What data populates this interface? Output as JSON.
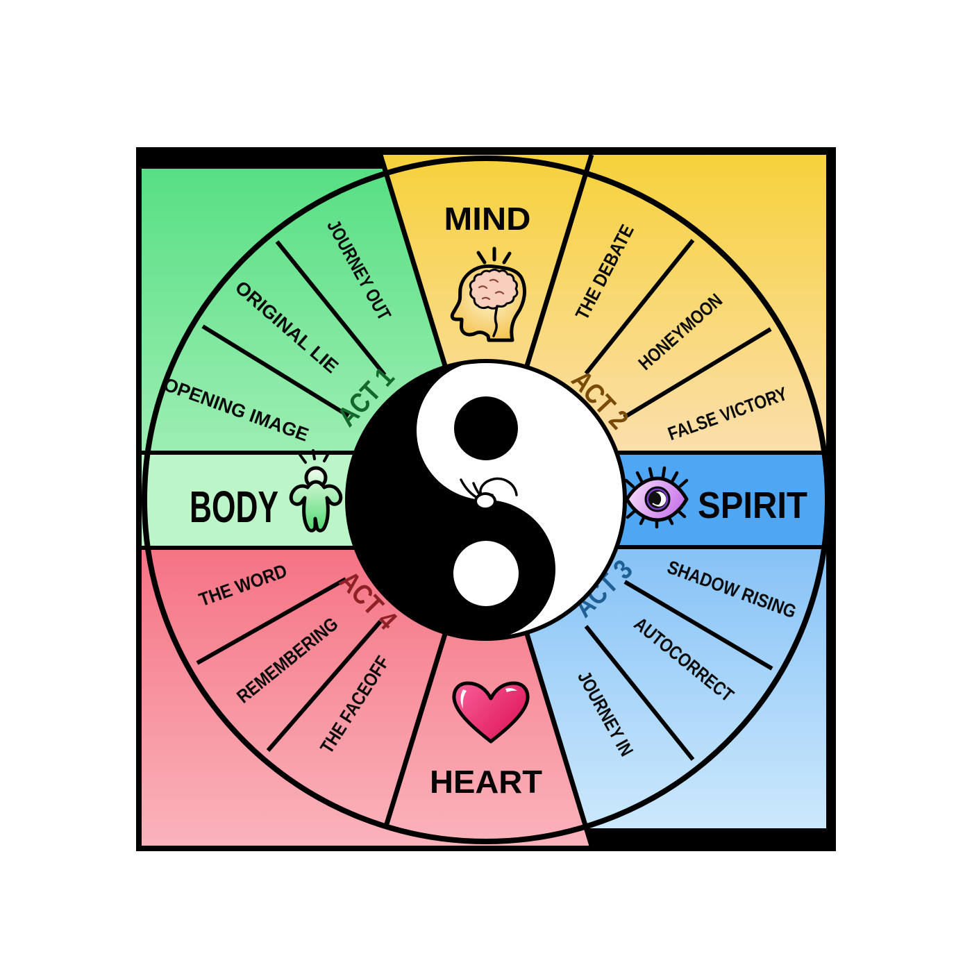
{
  "diagram": {
    "center_symbol": "yin-yang",
    "quadrants": [
      {
        "id": "body",
        "title": "BODY",
        "icon": "person-icon",
        "act_label": "ACT 1",
        "act_color": "#14662A",
        "beats": [
          "OPENING IMAGE",
          "ORIGINAL LIE",
          "JOURNEY OUT"
        ]
      },
      {
        "id": "mind",
        "title": "MIND",
        "icon": "head-brain-icon",
        "act_label": "ACT 2",
        "act_color": "#7A4A08",
        "beats": [
          "THE DEBATE",
          "HONEYMOON",
          "FALSE VICTORY"
        ]
      },
      {
        "id": "spirit",
        "title": "SPIRIT",
        "icon": "eye-icon",
        "act_label": "ACT 3",
        "act_color": "#1E5F94",
        "beats": [
          "SHADOW RISING",
          "AUTOCORRECT",
          "JOURNEY IN"
        ]
      },
      {
        "id": "heart",
        "title": "HEART",
        "icon": "heart-icon",
        "act_label": "ACT 4",
        "act_color": "#8D2126",
        "beats": [
          "THE WORD",
          "REMEMBERING",
          "THE FACEOFF"
        ]
      }
    ],
    "colors": {
      "frame": "#000000",
      "body_green_top": "#57DF83",
      "body_green_bottom": "#B5F3C3",
      "body_band_fill": "#BCF6C8",
      "mind_yellow_top": "#F6D138",
      "mind_yellow_bottom": "#FBDFAE",
      "spirit_blue_top": "#6DB4F4",
      "spirit_blue_bottom": "#CDE9FC",
      "spirit_band_fill": "#4FA7F4",
      "heart_red_top": "#F4687A",
      "heart_red_bottom": "#FAB4BC",
      "person_icon_green": "#4FD96E",
      "head_icon_gold": "#F2BA36",
      "brain_icon_pink": "#F8CFBC",
      "eye_icon_purple": "#C268E8",
      "heart_icon_pink_light": "#F85E97",
      "heart_icon_pink_dark": "#DC1055"
    }
  }
}
